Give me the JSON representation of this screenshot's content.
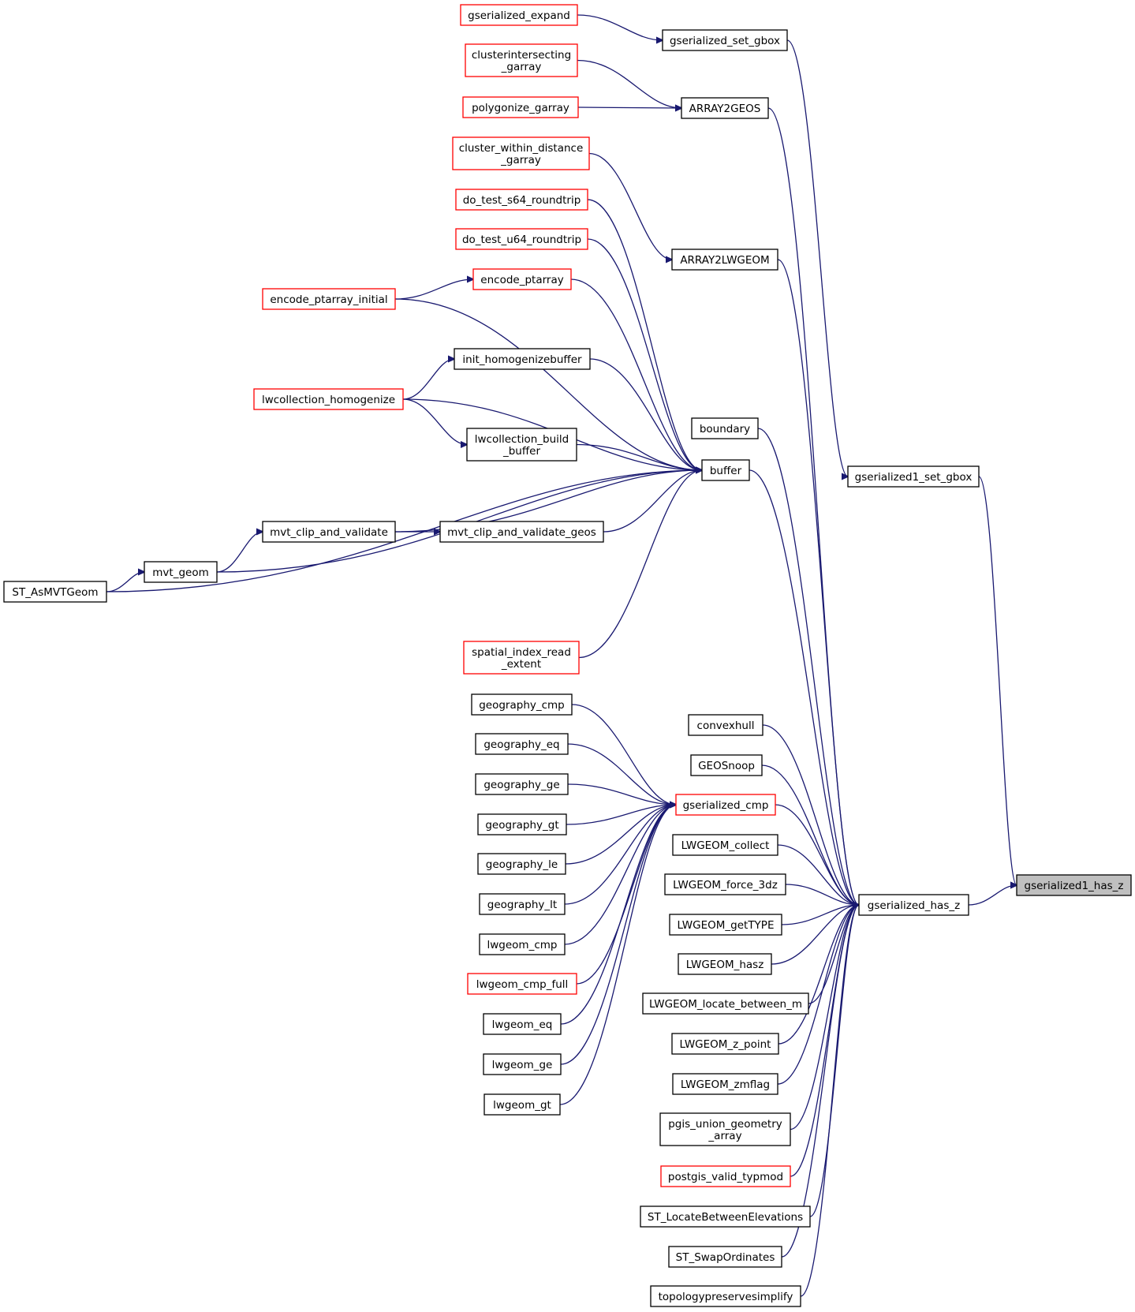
{
  "nodes": [
    {
      "id": "gserialized_expand",
      "label": "gserialized_expand",
      "color": "red"
    },
    {
      "id": "gserialized_set_gbox",
      "label": "gserialized_set_gbox",
      "color": "black"
    },
    {
      "id": "clusterintersecting_garray",
      "label": "clusterintersecting\n_garray",
      "color": "red"
    },
    {
      "id": "polygonize_garray",
      "label": "polygonize_garray",
      "color": "red"
    },
    {
      "id": "ARRAY2GEOS",
      "label": "ARRAY2GEOS",
      "color": "black"
    },
    {
      "id": "cluster_within_distance_garray",
      "label": "cluster_within_distance\n_garray",
      "color": "red"
    },
    {
      "id": "do_test_s64_roundtrip",
      "label": "do_test_s64_roundtrip",
      "color": "red"
    },
    {
      "id": "do_test_u64_roundtrip",
      "label": "do_test_u64_roundtrip",
      "color": "red"
    },
    {
      "id": "ARRAY2LWGEOM",
      "label": "ARRAY2LWGEOM",
      "color": "black"
    },
    {
      "id": "encode_ptarray",
      "label": "encode_ptarray",
      "color": "red"
    },
    {
      "id": "encode_ptarray_initial",
      "label": "encode_ptarray_initial",
      "color": "red"
    },
    {
      "id": "init_homogenizebuffer",
      "label": "init_homogenizebuffer",
      "color": "black"
    },
    {
      "id": "lwcollection_homogenize",
      "label": "lwcollection_homogenize",
      "color": "red"
    },
    {
      "id": "boundary",
      "label": "boundary",
      "color": "black"
    },
    {
      "id": "lwcollection_build_buffer",
      "label": "lwcollection_build\n_buffer",
      "color": "black"
    },
    {
      "id": "buffer",
      "label": "buffer",
      "color": "black"
    },
    {
      "id": "gserialized1_set_gbox",
      "label": "gserialized1_set_gbox",
      "color": "black"
    },
    {
      "id": "mvt_clip_and_validate",
      "label": "mvt_clip_and_validate",
      "color": "black"
    },
    {
      "id": "mvt_clip_and_validate_geos",
      "label": "mvt_clip_and_validate_geos",
      "color": "black"
    },
    {
      "id": "mvt_geom",
      "label": "mvt_geom",
      "color": "black"
    },
    {
      "id": "ST_AsMVTGeom",
      "label": "ST_AsMVTGeom",
      "color": "black"
    },
    {
      "id": "spatial_index_read_extent",
      "label": "spatial_index_read\n_extent",
      "color": "red"
    },
    {
      "id": "geography_cmp",
      "label": "geography_cmp",
      "color": "black"
    },
    {
      "id": "convexhull",
      "label": "convexhull",
      "color": "black"
    },
    {
      "id": "geography_eq",
      "label": "geography_eq",
      "color": "black"
    },
    {
      "id": "GEOSnoop",
      "label": "GEOSnoop",
      "color": "black"
    },
    {
      "id": "geography_ge",
      "label": "geography_ge",
      "color": "black"
    },
    {
      "id": "gserialized_cmp",
      "label": "gserialized_cmp",
      "color": "red"
    },
    {
      "id": "geography_gt",
      "label": "geography_gt",
      "color": "black"
    },
    {
      "id": "LWGEOM_collect",
      "label": "LWGEOM_collect",
      "color": "black"
    },
    {
      "id": "geography_le",
      "label": "geography_le",
      "color": "black"
    },
    {
      "id": "LWGEOM_force_3dz",
      "label": "LWGEOM_force_3dz",
      "color": "black"
    },
    {
      "id": "gserialized1_has_z",
      "label": "gserialized1_has_z",
      "color": "root"
    },
    {
      "id": "geography_lt",
      "label": "geography_lt",
      "color": "black"
    },
    {
      "id": "gserialized_has_z",
      "label": "gserialized_has_z",
      "color": "black"
    },
    {
      "id": "LWGEOM_getTYPE",
      "label": "LWGEOM_getTYPE",
      "color": "black"
    },
    {
      "id": "lwgeom_cmp",
      "label": "lwgeom_cmp",
      "color": "black"
    },
    {
      "id": "LWGEOM_hasz",
      "label": "LWGEOM_hasz",
      "color": "black"
    },
    {
      "id": "lwgeom_cmp_full",
      "label": "lwgeom_cmp_full",
      "color": "red"
    },
    {
      "id": "LWGEOM_locate_between_m",
      "label": "LWGEOM_locate_between_m",
      "color": "black"
    },
    {
      "id": "lwgeom_eq",
      "label": "lwgeom_eq",
      "color": "black"
    },
    {
      "id": "LWGEOM_z_point",
      "label": "LWGEOM_z_point",
      "color": "black"
    },
    {
      "id": "lwgeom_ge",
      "label": "lwgeom_ge",
      "color": "black"
    },
    {
      "id": "LWGEOM_zmflag",
      "label": "LWGEOM_zmflag",
      "color": "black"
    },
    {
      "id": "lwgeom_gt",
      "label": "lwgeom_gt",
      "color": "black"
    },
    {
      "id": "pgis_union_geometry_array",
      "label": "pgis_union_geometry\n_array",
      "color": "black"
    },
    {
      "id": "postgis_valid_typmod",
      "label": "postgis_valid_typmod",
      "color": "red"
    },
    {
      "id": "ST_LocateBetweenElevations",
      "label": "ST_LocateBetweenElevations",
      "color": "black"
    },
    {
      "id": "ST_SwapOrdinates",
      "label": "ST_SwapOrdinates",
      "color": "black"
    },
    {
      "id": "topologypreservesimplify",
      "label": "topologypreservesimplify",
      "color": "black"
    }
  ],
  "edges": [
    {
      "from": "gserialized_expand",
      "to": "gserialized_set_gbox"
    },
    {
      "from": "clusterintersecting_garray",
      "to": "ARRAY2GEOS"
    },
    {
      "from": "polygonize_garray",
      "to": "ARRAY2GEOS"
    },
    {
      "from": "cluster_within_distance_garray",
      "to": "ARRAY2LWGEOM"
    },
    {
      "from": "encode_ptarray_initial",
      "to": "encode_ptarray"
    },
    {
      "from": "lwcollection_homogenize",
      "to": "init_homogenizebuffer"
    },
    {
      "from": "lwcollection_homogenize",
      "to": "lwcollection_build_buffer"
    },
    {
      "from": "do_test_s64_roundtrip",
      "to": "buffer"
    },
    {
      "from": "do_test_u64_roundtrip",
      "to": "buffer"
    },
    {
      "from": "encode_ptarray",
      "to": "buffer"
    },
    {
      "from": "encode_ptarray_initial",
      "to": "buffer"
    },
    {
      "from": "init_homogenizebuffer",
      "to": "buffer"
    },
    {
      "from": "lwcollection_homogenize",
      "to": "buffer"
    },
    {
      "from": "lwcollection_build_buffer",
      "to": "buffer"
    },
    {
      "from": "mvt_clip_and_validate",
      "to": "buffer"
    },
    {
      "from": "mvt_clip_and_validate_geos",
      "to": "buffer"
    },
    {
      "from": "mvt_geom",
      "to": "buffer"
    },
    {
      "from": "ST_AsMVTGeom",
      "to": "buffer"
    },
    {
      "from": "spatial_index_read_extent",
      "to": "buffer"
    },
    {
      "from": "mvt_clip_and_validate",
      "to": "mvt_clip_and_validate_geos"
    },
    {
      "from": "mvt_geom",
      "to": "mvt_clip_and_validate"
    },
    {
      "from": "ST_AsMVTGeom",
      "to": "mvt_geom"
    },
    {
      "from": "gserialized_set_gbox",
      "to": "gserialized1_set_gbox"
    },
    {
      "from": "gserialized1_set_gbox",
      "to": "gserialized1_has_z"
    },
    {
      "from": "gserialized_has_z",
      "to": "gserialized1_has_z"
    },
    {
      "from": "geography_cmp",
      "to": "gserialized_cmp"
    },
    {
      "from": "geography_eq",
      "to": "gserialized_cmp"
    },
    {
      "from": "geography_ge",
      "to": "gserialized_cmp"
    },
    {
      "from": "geography_gt",
      "to": "gserialized_cmp"
    },
    {
      "from": "geography_le",
      "to": "gserialized_cmp"
    },
    {
      "from": "geography_lt",
      "to": "gserialized_cmp"
    },
    {
      "from": "lwgeom_cmp",
      "to": "gserialized_cmp"
    },
    {
      "from": "lwgeom_cmp_full",
      "to": "gserialized_cmp"
    },
    {
      "from": "lwgeom_eq",
      "to": "gserialized_cmp"
    },
    {
      "from": "lwgeom_ge",
      "to": "gserialized_cmp"
    },
    {
      "from": "lwgeom_gt",
      "to": "gserialized_cmp"
    },
    {
      "from": "ARRAY2GEOS",
      "to": "gserialized_has_z"
    },
    {
      "from": "ARRAY2LWGEOM",
      "to": "gserialized_has_z"
    },
    {
      "from": "boundary",
      "to": "gserialized_has_z"
    },
    {
      "from": "buffer",
      "to": "gserialized_has_z"
    },
    {
      "from": "convexhull",
      "to": "gserialized_has_z"
    },
    {
      "from": "GEOSnoop",
      "to": "gserialized_has_z"
    },
    {
      "from": "gserialized_cmp",
      "to": "gserialized_has_z"
    },
    {
      "from": "LWGEOM_collect",
      "to": "gserialized_has_z"
    },
    {
      "from": "LWGEOM_force_3dz",
      "to": "gserialized_has_z"
    },
    {
      "from": "LWGEOM_getTYPE",
      "to": "gserialized_has_z"
    },
    {
      "from": "LWGEOM_hasz",
      "to": "gserialized_has_z"
    },
    {
      "from": "LWGEOM_locate_between_m",
      "to": "gserialized_has_z"
    },
    {
      "from": "LWGEOM_z_point",
      "to": "gserialized_has_z"
    },
    {
      "from": "LWGEOM_zmflag",
      "to": "gserialized_has_z"
    },
    {
      "from": "pgis_union_geometry_array",
      "to": "gserialized_has_z"
    },
    {
      "from": "postgis_valid_typmod",
      "to": "gserialized_has_z"
    },
    {
      "from": "ST_LocateBetweenElevations",
      "to": "gserialized_has_z"
    },
    {
      "from": "ST_SwapOrdinates",
      "to": "gserialized_has_z"
    },
    {
      "from": "topologypreservesimplify",
      "to": "gserialized_has_z"
    }
  ],
  "colors": {
    "edge": "#191970",
    "border_default": "#000000",
    "border_truncated": "#ff0000",
    "root_fill": "#bfbfbf"
  }
}
